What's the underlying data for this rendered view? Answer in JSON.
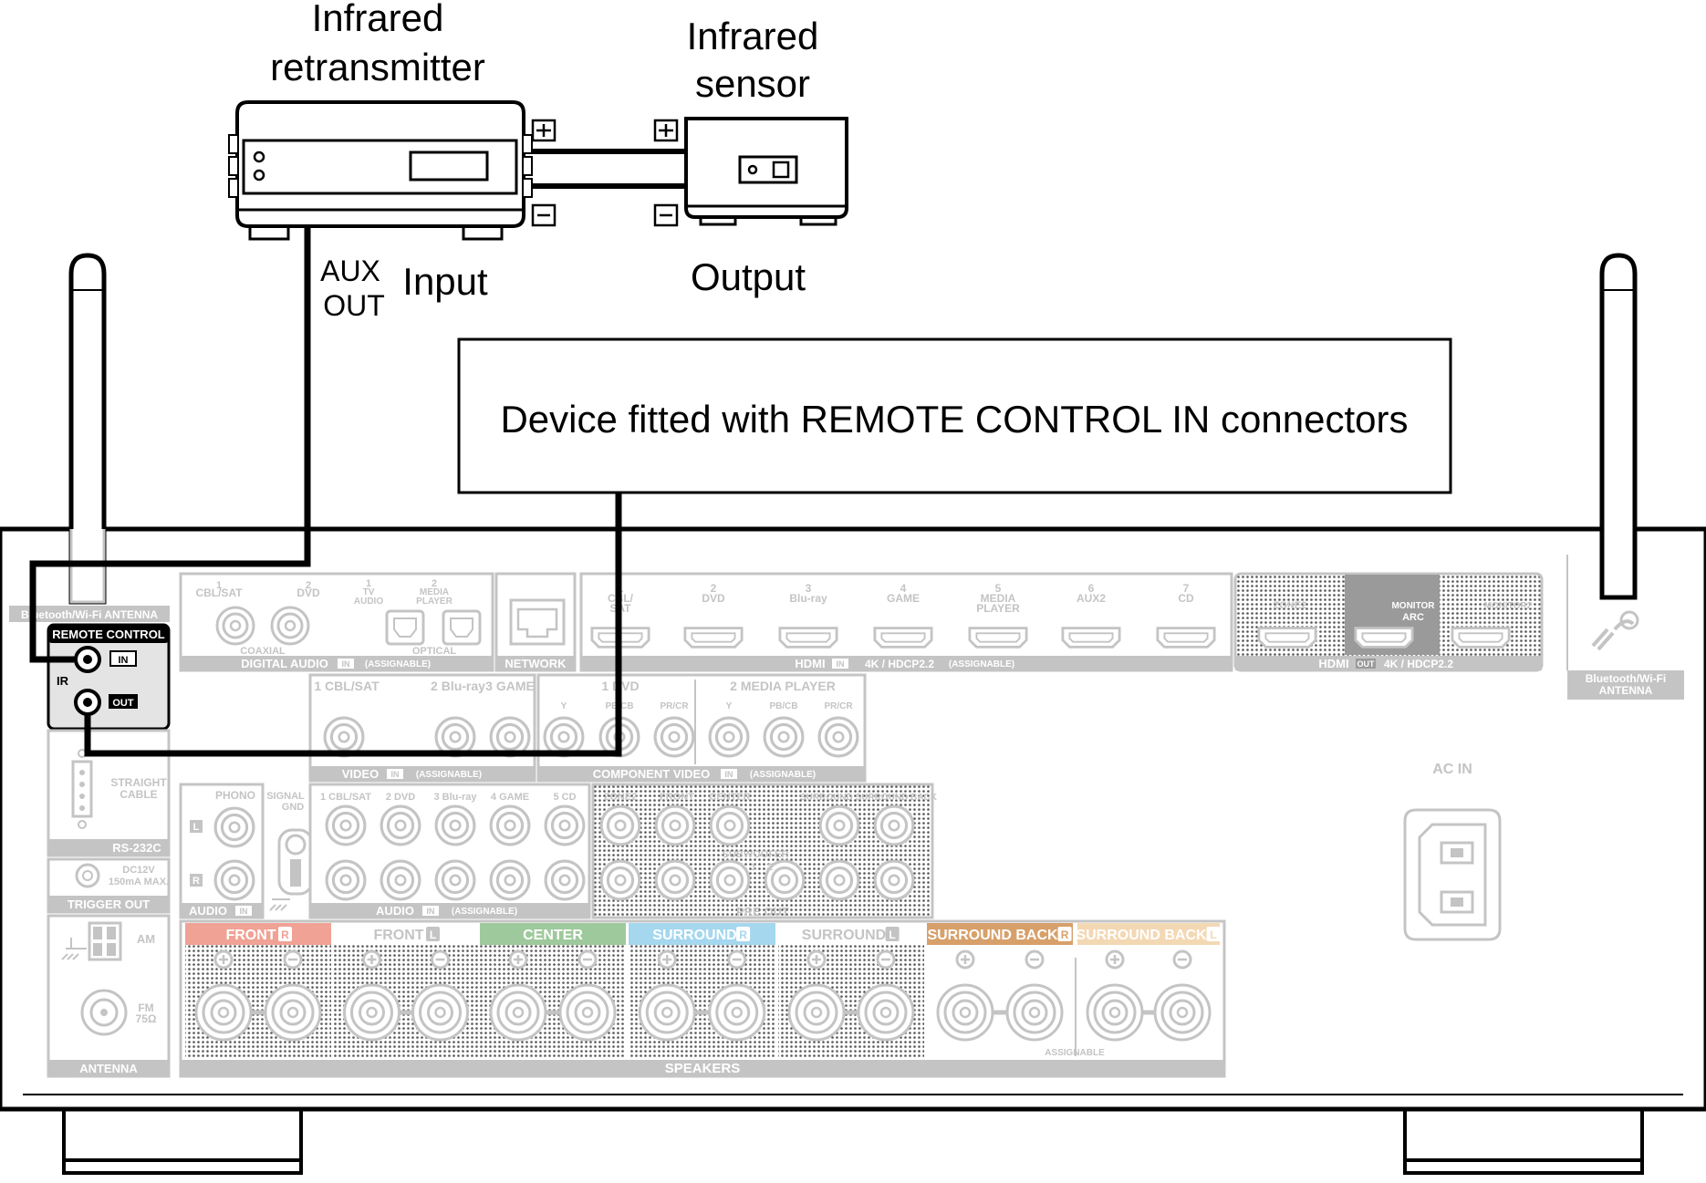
{
  "labels": {
    "ir_retransmitter": [
      "Infrared",
      "retransmitter"
    ],
    "ir_sensor": [
      "Infrared",
      "sensor"
    ],
    "aux_out": [
      "AUX",
      "OUT"
    ],
    "input": "Input",
    "output": "Output",
    "plus": "+",
    "minus": "−",
    "device_box": "Device fitted with REMOTE CONTROL IN connectors"
  },
  "receiver": {
    "antenna_label_left": "Bluetooth/Wi-Fi ANTENNA",
    "antenna_label_right": [
      "Bluetooth/Wi-Fi",
      "ANTENNA"
    ],
    "remote_control": {
      "title": "REMOTE CONTROL",
      "ir": "IR",
      "in": "IN",
      "out": "OUT"
    },
    "digital_audio": {
      "inputs": [
        [
          "1",
          "CBL/SAT"
        ],
        [
          "2",
          "DVD"
        ],
        [
          "1",
          "TV",
          "AUDIO"
        ],
        [
          "2",
          "MEDIA",
          "PLAYER"
        ]
      ],
      "coaxial": "COAXIAL",
      "optical": "OPTICAL",
      "footer": "DIGITAL AUDIO",
      "in_tag": "IN",
      "assignable": "(ASSIGNABLE)"
    },
    "network": "NETWORK",
    "hdmi_in": {
      "inputs": [
        [
          "1",
          "CBL/",
          "SAT"
        ],
        [
          "2",
          "DVD"
        ],
        [
          "3",
          "Blu-ray"
        ],
        [
          "4",
          "GAME"
        ],
        [
          "5",
          "MEDIA",
          "PLAYER"
        ],
        [
          "6",
          "AUX2"
        ],
        [
          "7",
          "CD"
        ]
      ],
      "footer": "HDMI",
      "in_tag": "IN",
      "spec": "4K / HDCP2.2",
      "assignable": "(ASSIGNABLE)"
    },
    "hdmi_out": {
      "outputs": [
        [
          "ZONE2"
        ],
        [
          "MONITOR",
          "ARC"
        ],
        [
          "MONITOR2"
        ]
      ],
      "footer": "HDMI",
      "out_tag": "OUT",
      "spec": "4K / HDCP2.2"
    },
    "video": {
      "inputs": [
        "1 CBL/SAT",
        "2 Blu-ray",
        "3 GAME"
      ],
      "footer": "VIDEO",
      "in_tag": "IN",
      "assignable": "(ASSIGNABLE)"
    },
    "component": {
      "group1": "1 DVD",
      "group2": "2 MEDIA PLAYER",
      "jacks": [
        "Y",
        "PB/CB",
        "PR/CR",
        "Y",
        "PB/CB",
        "PR/CR"
      ],
      "footer": "COMPONENT VIDEO",
      "in_tag": "IN",
      "assignable": "(ASSIGNABLE)"
    },
    "rs232c": {
      "straight": [
        "STRAIGHT",
        "CABLE"
      ],
      "footer": "RS-232C"
    },
    "phono": {
      "phono": "PHONO",
      "signal_gnd": [
        "SIGNAL",
        "GND"
      ],
      "l": "L",
      "r": "R",
      "footer": "AUDIO",
      "in_tag": "IN"
    },
    "audio_in": {
      "inputs": [
        "1 CBL/SAT",
        "2 DVD",
        "3 Blu-ray",
        "4 GAME",
        "5 CD"
      ],
      "footer": "AUDIO",
      "in_tag": "IN",
      "assignable": "(ASSIGNABLE)"
    },
    "pre_out": {
      "labels": [
        "ZONE2",
        "FRONT",
        "CENTER",
        "SURROUND SURROUND BACK"
      ],
      "subwoofer": "SUBWOOFER",
      "sub_nums": [
        "1",
        "2"
      ],
      "footer": "PRE OUT"
    },
    "trigger": {
      "spec": [
        "DC12V",
        "150mA MAX."
      ],
      "footer": "TRIGGER OUT"
    },
    "antenna": {
      "am": "AM",
      "fm": [
        "FM",
        "75Ω"
      ],
      "footer": "ANTENNA"
    },
    "ac_in": "AC IN",
    "speakers": {
      "channels": [
        {
          "name": "FRONT",
          "side": "R",
          "color": "#f0a294",
          "text": "#ffffff"
        },
        {
          "name": "FRONT",
          "side": "L",
          "color": "#ffffff",
          "text": "#c4c4c4"
        },
        {
          "name": "CENTER",
          "side": "",
          "color": "#9ec99c",
          "text": "#ffffff"
        },
        {
          "name": "SURROUND",
          "side": "R",
          "color": "#a5d7ef",
          "text": "#ffffff"
        },
        {
          "name": "SURROUND",
          "side": "L",
          "color": "#ffffff",
          "text": "#c4c4c4"
        },
        {
          "name": "SURROUND BACK",
          "side": "R",
          "color": "#d7a06a",
          "text": "#ffffff"
        },
        {
          "name": "SURROUND BACK",
          "side": "L",
          "color": "#f3d8b4",
          "text": "#ffffff"
        }
      ],
      "assignable": "ASSIGNABLE",
      "footer": "SPEAKERS"
    }
  },
  "colors": {
    "outline": "#000000",
    "ghost": "#c4c4c4",
    "ghost_dark": "#9a9a9a",
    "dots": "#5a5a5a"
  }
}
